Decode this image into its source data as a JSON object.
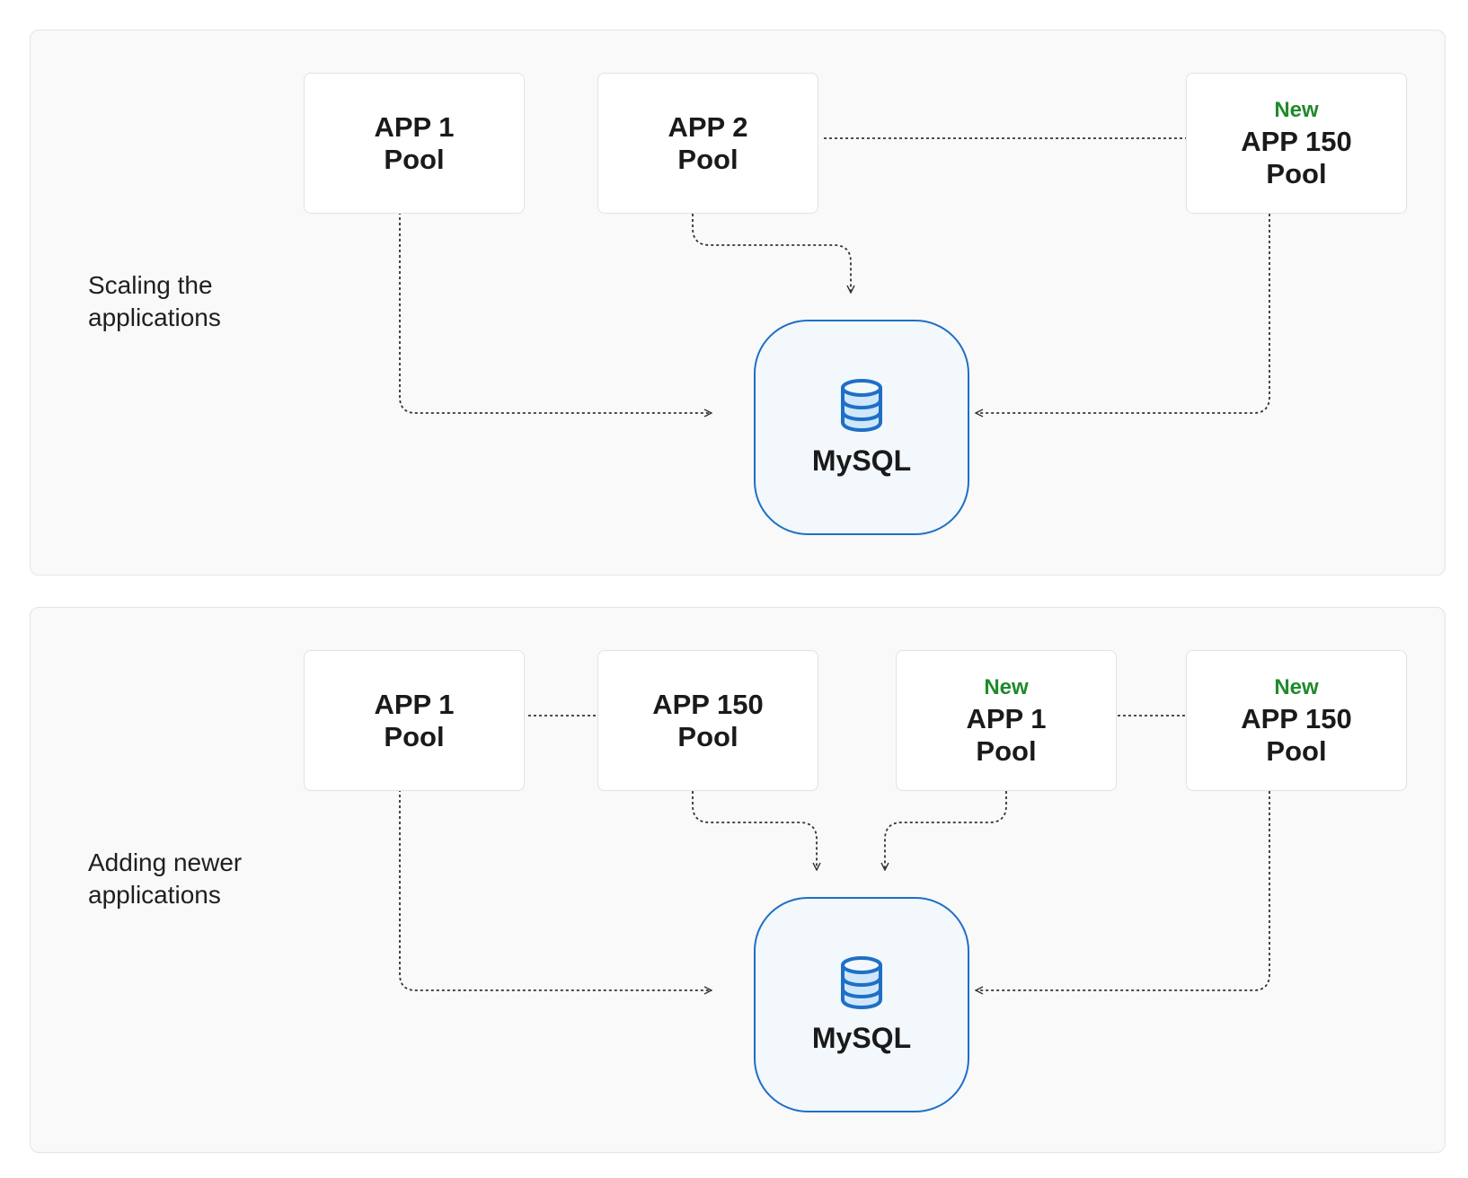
{
  "colors": {
    "accent_blue": "#1f6fc5",
    "new_badge_green": "#1f8a2c",
    "panel_background": "#f9f9f9",
    "db_background": "#f2f8fc"
  },
  "panels": [
    {
      "label": "Scaling the\napplications",
      "pools": [
        {
          "badge": "",
          "name": "APP 1",
          "sub": "Pool"
        },
        {
          "badge": "",
          "name": "APP 2",
          "sub": "Pool"
        },
        {
          "badge": "New",
          "name": "APP 150",
          "sub": "Pool"
        }
      ],
      "database": {
        "label": "MySQL",
        "icon": "database-icon"
      }
    },
    {
      "label": "Adding newer\napplications",
      "pools": [
        {
          "badge": "",
          "name": "APP 1",
          "sub": "Pool"
        },
        {
          "badge": "",
          "name": "APP 150",
          "sub": "Pool"
        },
        {
          "badge": "New",
          "name": "APP 1",
          "sub": "Pool"
        },
        {
          "badge": "New",
          "name": "APP 150",
          "sub": "Pool"
        }
      ],
      "database": {
        "label": "MySQL",
        "icon": "database-icon"
      }
    }
  ]
}
